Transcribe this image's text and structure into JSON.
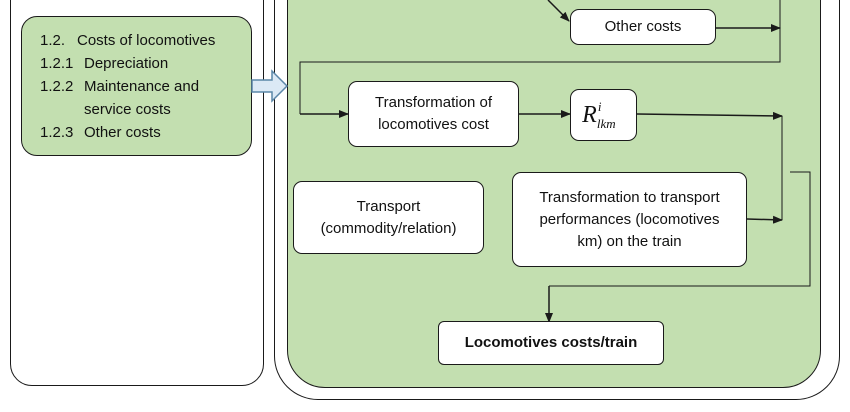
{
  "costs_panel": {
    "items": [
      {
        "number": "1.2.",
        "label": "Costs of locomotives"
      },
      {
        "number": "1.2.1",
        "label": "Depreciation"
      },
      {
        "number": "1.2.2",
        "label": "Maintenance and"
      },
      {
        "number": "",
        "label": "service costs"
      },
      {
        "number": "1.2.3",
        "label": "Other costs"
      }
    ]
  },
  "process": {
    "other_costs": "Other costs",
    "transformation_cost": {
      "line1": "Transformation of",
      "line2": "locomotives cost"
    },
    "rate": {
      "symbol": "R",
      "superscript": "i",
      "subscript": "lkm"
    },
    "transport": {
      "line1": "Transport",
      "line2": "(commodity/relation)"
    },
    "transformation_performance": {
      "line1": "Transformation to transport",
      "line2": "performances (locomotives",
      "line3": "km) on the train"
    },
    "result": "Locomotives costs/train"
  },
  "colors": {
    "panel_fill": "#c3dfb0",
    "stroke": "#1a1a1a",
    "transfer_arrow_fill": "#dbe9f5",
    "transfer_arrow_stroke": "#5b87a8"
  }
}
